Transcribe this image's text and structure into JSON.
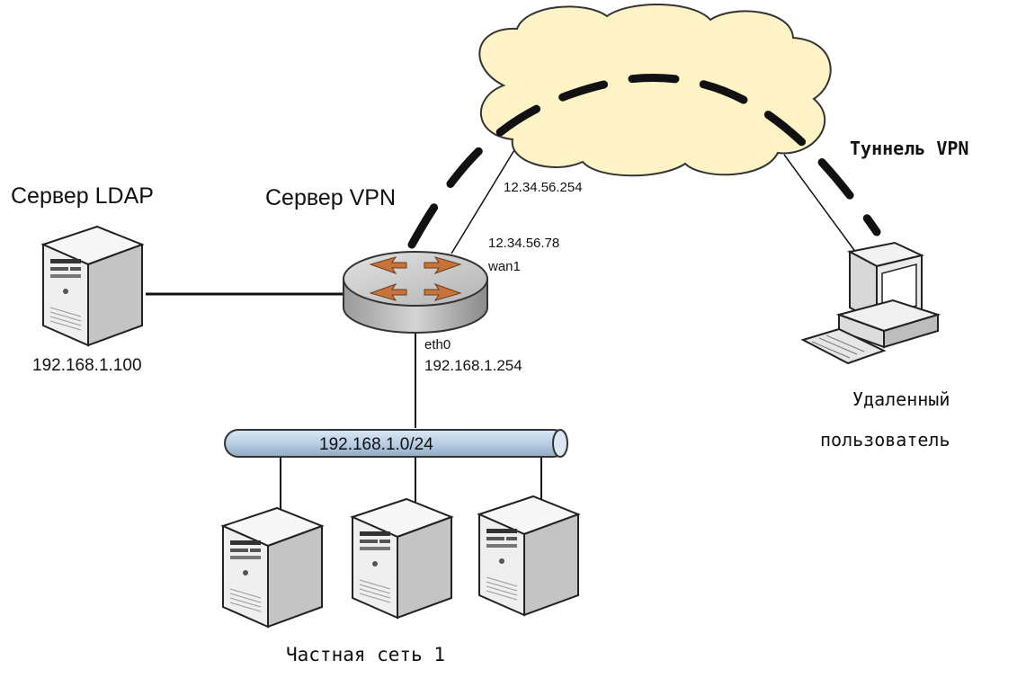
{
  "labels": {
    "ldap_title": "Сервер LDAP",
    "ldap_ip": "192.168.1.100",
    "vpn_title": "Сервер VPN",
    "wan_ip": "12.34.56.78",
    "wan_if": "wan1",
    "gateway_ip": "12.34.56.254",
    "eth_if": "eth0",
    "eth_ip": "192.168.1.254",
    "subnet": "192.168.1.0/24",
    "tunnel": "Туннель VPN",
    "remote_line1": "Удаленный",
    "remote_line2": "пользователь",
    "private_net": "Частная сеть 1"
  },
  "colors": {
    "line": "#111111",
    "cloud_fill": "#fdf3c6",
    "cloud_stroke": "#333333",
    "router_top": "#c9c9c9",
    "router_side": "#a9a9a9",
    "router_arrow": "#c8733a",
    "pipe_fill": "#b9cfe4",
    "server_front": "#efefef",
    "server_side": "#c4c4c4"
  },
  "icons": {
    "ldap_server": "tower-server-icon",
    "router": "router-icon",
    "cloud": "internet-cloud-icon",
    "remote_pc": "desktop-computer-icon",
    "private_servers": "tower-server-icon"
  }
}
